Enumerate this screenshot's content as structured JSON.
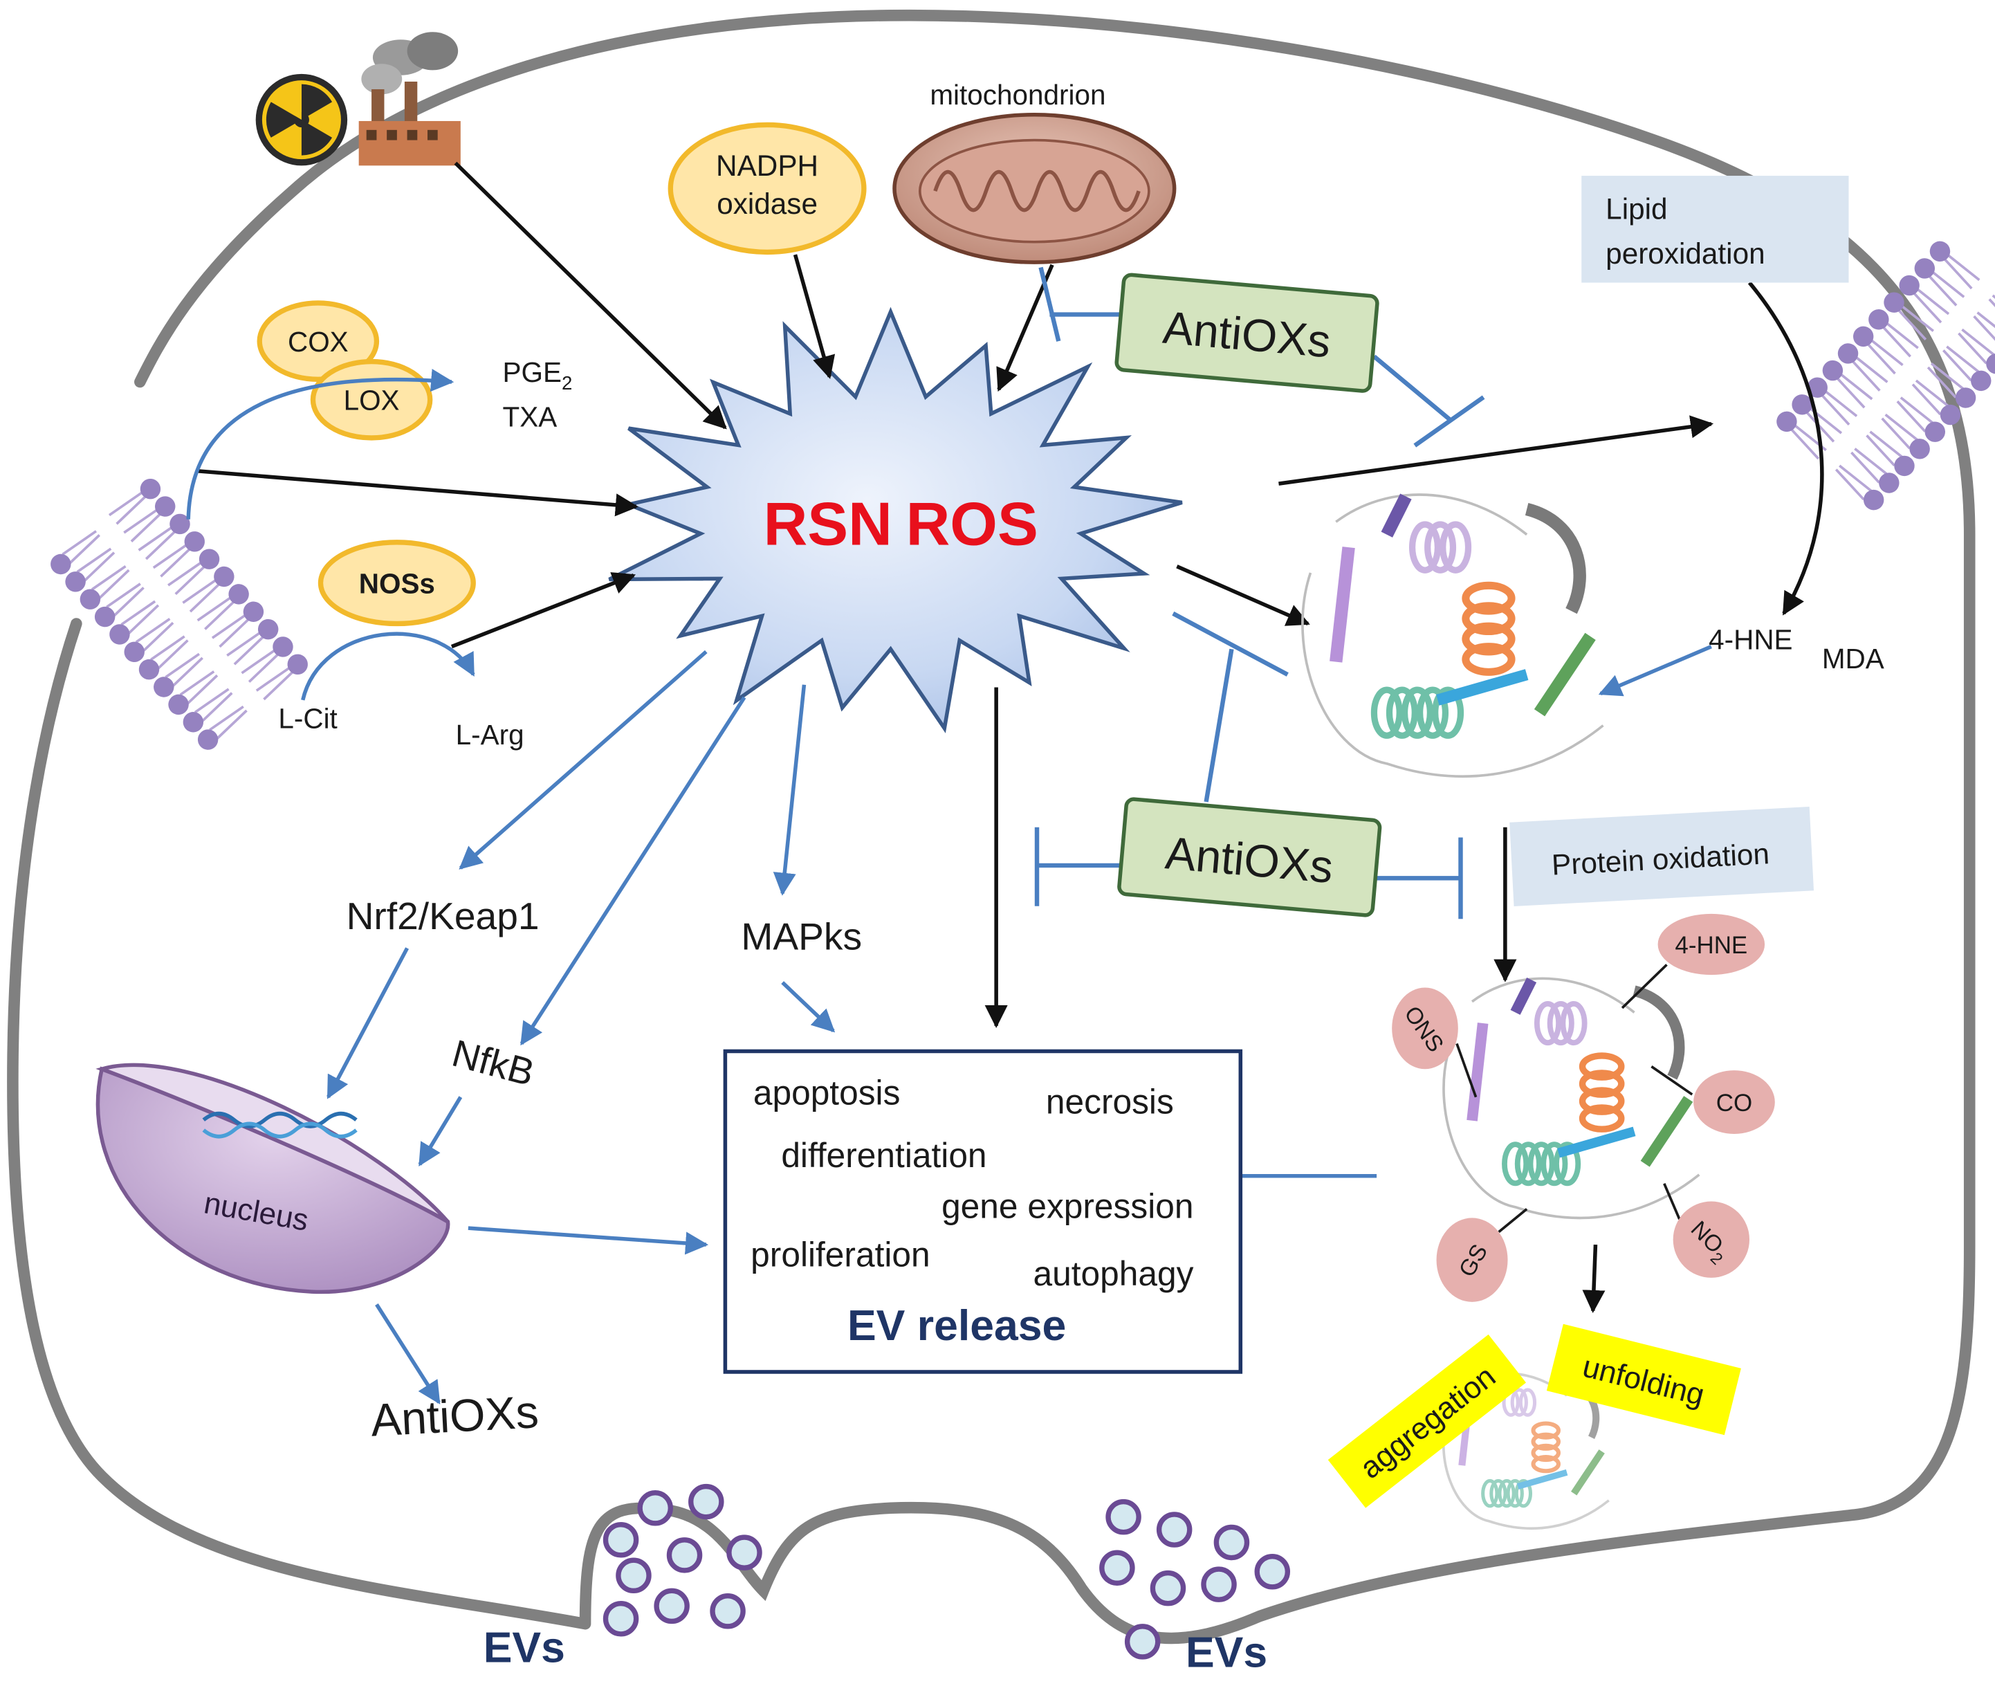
{
  "center": {
    "rsn": "RSN",
    "ros": "ROS"
  },
  "sources": {
    "mitochondrion": "mitochondrion",
    "nadph": [
      "NADPH",
      "oxidase"
    ],
    "cox": "COX",
    "lox": "LOX",
    "pge2_main": "PGE",
    "pge2_sub": "2",
    "txa": "TXA",
    "noss": "NOSs",
    "lcit": "L-Cit",
    "larg": "L-Arg"
  },
  "antioxidants": {
    "top": "AntiOXs",
    "middle": "AntiOXs",
    "bottom": "AntiOXs"
  },
  "lipid": {
    "box": [
      "Lipid",
      "peroxidation"
    ],
    "hne": "4-HNE",
    "mda": "MDA"
  },
  "protein": {
    "box": "Protein oxidation",
    "mods": {
      "hne": "4-HNE",
      "ons": "ONS",
      "co": "CO",
      "gs": "GS",
      "no2_main": "NO",
      "no2_sub": "2"
    },
    "aggregation": "aggregation",
    "unfolding": "unfolding"
  },
  "signaling": {
    "nrf2": "Nrf2/Keap1",
    "nfkb": "NfkB",
    "mapks": "MAPks",
    "nucleus": "nucleus"
  },
  "outcomes": {
    "items": [
      "apoptosis",
      "necrosis",
      "differentiation",
      "gene expression",
      "proliferation",
      "autophagy"
    ],
    "ev_release": "EV release"
  },
  "evs": {
    "left": "EVs",
    "right": "EVs"
  },
  "colors": {
    "membrane": "#808080",
    "blue_arrow": "#4a7fc1",
    "navy": "#1f3566",
    "ros_red": "#e8101c",
    "anti_fill": "#d4e4bf",
    "anti_stroke": "#3f6a3a",
    "enzyme_fill": "#ffe6a8",
    "enzyme_stroke": "#f2b92b",
    "lightblue_box": "#dae5f1",
    "pink": "#e6b0ae",
    "yellow": "#ffff00"
  }
}
